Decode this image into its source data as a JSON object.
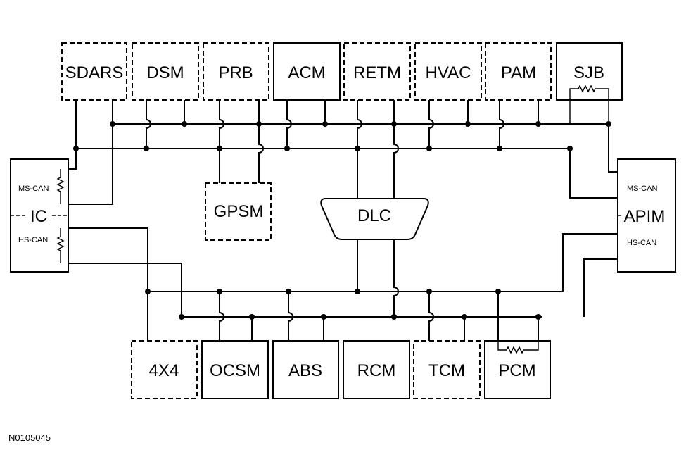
{
  "modules": {
    "sdars": "SDARS",
    "dsm": "DSM",
    "prb": "PRB",
    "acm": "ACM",
    "retm": "RETM",
    "hvac": "HVAC",
    "pam": "PAM",
    "sjb": "SJB",
    "gpsm": "GPSM",
    "dlc": "DLC",
    "ic": "IC",
    "apim": "APIM",
    "fourx4": "4X4",
    "ocsm": "OCSM",
    "abs": "ABS",
    "rcm": "RCM",
    "tcm": "TCM",
    "pcm": "PCM"
  },
  "labels": {
    "ic_ms_can": "MS-CAN",
    "ic_hs_can": "HS-CAN",
    "apim_ms_can": "MS-CAN",
    "apim_hs_can": "HS-CAN"
  },
  "figure_id": "N0105045"
}
